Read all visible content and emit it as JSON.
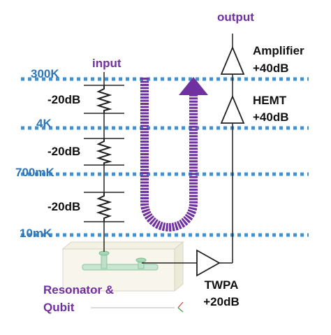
{
  "labels": {
    "input": "input",
    "output": "output",
    "resonator_line1": "Resonator &",
    "resonator_line2": "Qubit"
  },
  "stages": [
    {
      "temp": "300K"
    },
    {
      "temp": "4K"
    },
    {
      "temp": "700mK"
    },
    {
      "temp": "10mK"
    }
  ],
  "attenuators": [
    "-20dB",
    "-20dB",
    "-20dB"
  ],
  "amplifiers": {
    "amplifier": {
      "name": "Amplifier",
      "gain": "+40dB"
    },
    "hemt": {
      "name": "HEMT",
      "gain": "+40dB"
    },
    "twpa": {
      "name": "TWPA",
      "gain": "+20dB"
    }
  },
  "colors": {
    "stage_line": "#4a90c8",
    "temp_label": "#2e75b6",
    "loop_arrow": "#7030a0",
    "wire": "#222222"
  }
}
